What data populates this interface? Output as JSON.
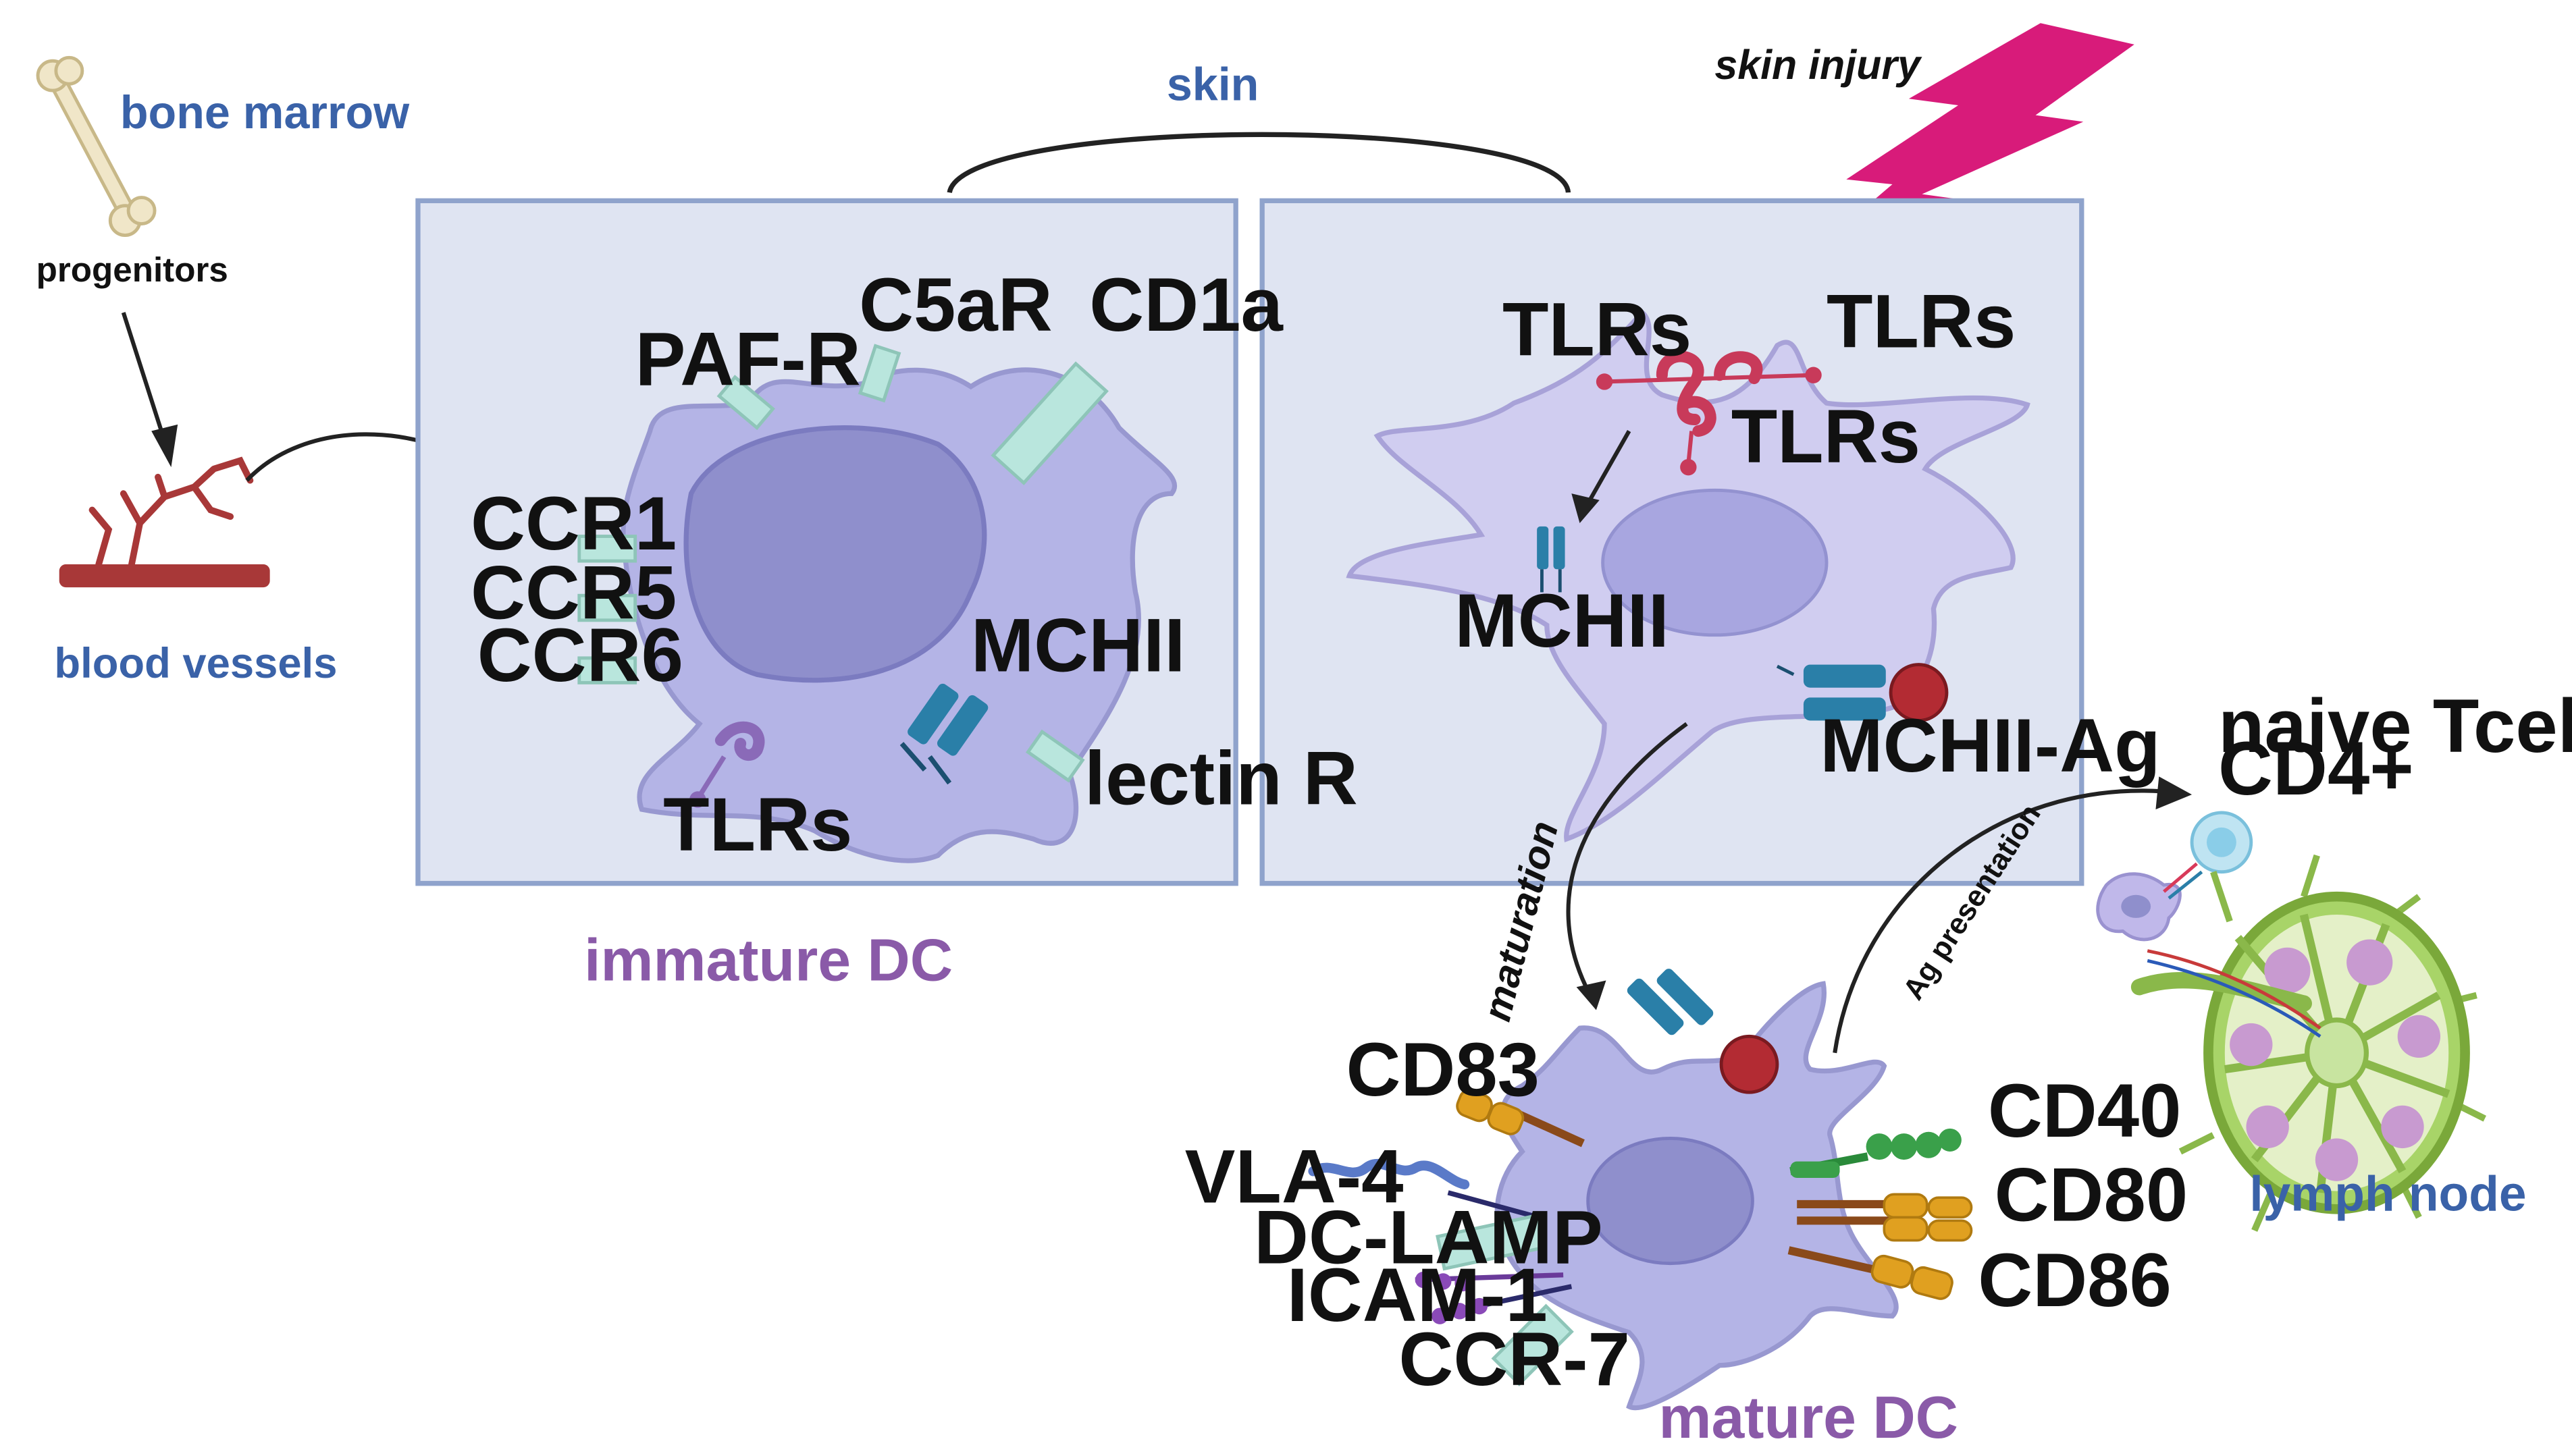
{
  "labels": {
    "bone_marrow": "bone marrow",
    "progenitors": "progenitors",
    "blood_vessels": "blood vessels",
    "skin": "skin",
    "skin_injury": "skin injury",
    "immature_dc": "immature DC",
    "mature_dc": "mature DC",
    "lymph_node": "lymph node",
    "naive_tcell_line1": "naive Tcell",
    "naive_tcell_line2": "CD4+",
    "maturation": "maturation",
    "ag_presentation": "Ag presentation"
  },
  "immature_receptors": {
    "paf_r": "PAF-R",
    "c5ar": "C5aR",
    "cd1a": "CD1a",
    "ccr1": "CCR1",
    "ccr5": "CCR5",
    "ccr6": "CCR6",
    "mchii": "MCHII",
    "lectin_r": "lectin R",
    "tlrs": "TLRs"
  },
  "activated_receptors": {
    "tlrs_left": "TLRs",
    "tlrs_right": "TLRs",
    "tlrs_center": "TLRs",
    "mchii": "MCHII",
    "mchii_ag": "MCHII-Ag"
  },
  "mature_receptors": {
    "cd83": "CD83",
    "vla4": "VLA-4",
    "dc_lamp": "DC-LAMP",
    "icam1": "ICAM-1",
    "ccr7": "CCR-7",
    "cd40": "CD40",
    "cd80": "CD80",
    "cd86": "CD86"
  },
  "colors": {
    "label_blue": "#3a62a8",
    "label_purple": "#8a5aa8",
    "panel_fill": "#dfe4f2",
    "panel_border": "#8fa3cc",
    "cell_fill": "#b4b4e6",
    "nucleus_fill": "#8f8fcc",
    "lightning": "#d81b7a",
    "antigen": "#b32b33",
    "mhc": "#2a7fa8"
  }
}
